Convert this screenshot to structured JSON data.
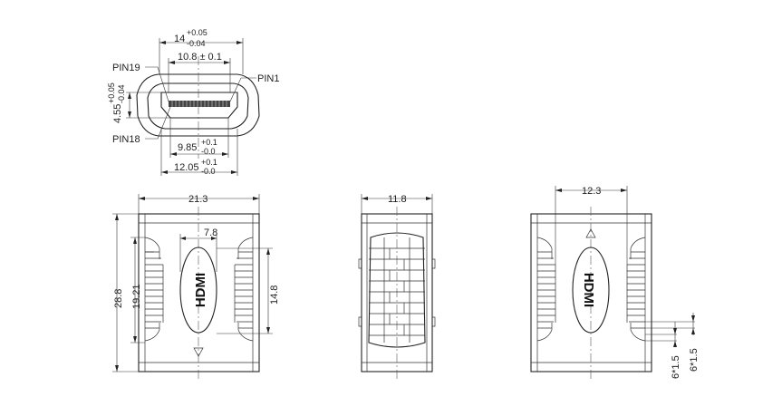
{
  "top_view": {
    "width_overall": "14",
    "width_overall_tol_upper": "+0.05",
    "width_overall_tol_lower": "-0.04",
    "width_inner": "10.8 ± 0.1",
    "pin19": "PIN19",
    "pin1": "PIN1",
    "pin18": "PIN18",
    "height": "4.55",
    "height_tol_upper": "+0.05",
    "height_tol_lower": "-0.04",
    "bottom_inner": "9.85",
    "bottom_inner_tol_upper": "+0.1",
    "bottom_inner_tol_lower": "-0.0",
    "bottom_outer": "12.05",
    "bottom_outer_tol_upper": "+0.1",
    "bottom_outer_tol_lower": "-0.0"
  },
  "front_view": {
    "width": "21.3",
    "logo_width": "7.8",
    "height_total": "28.8",
    "height_inner": "19.21",
    "logo_height": "14.8",
    "logo_text": "HDMI"
  },
  "side_view": {
    "width": "11.8"
  },
  "back_view": {
    "width": "12.3",
    "hole_label_1": "6*1.5",
    "hole_label_2": "6*1.5",
    "logo_text": "HDMI"
  }
}
